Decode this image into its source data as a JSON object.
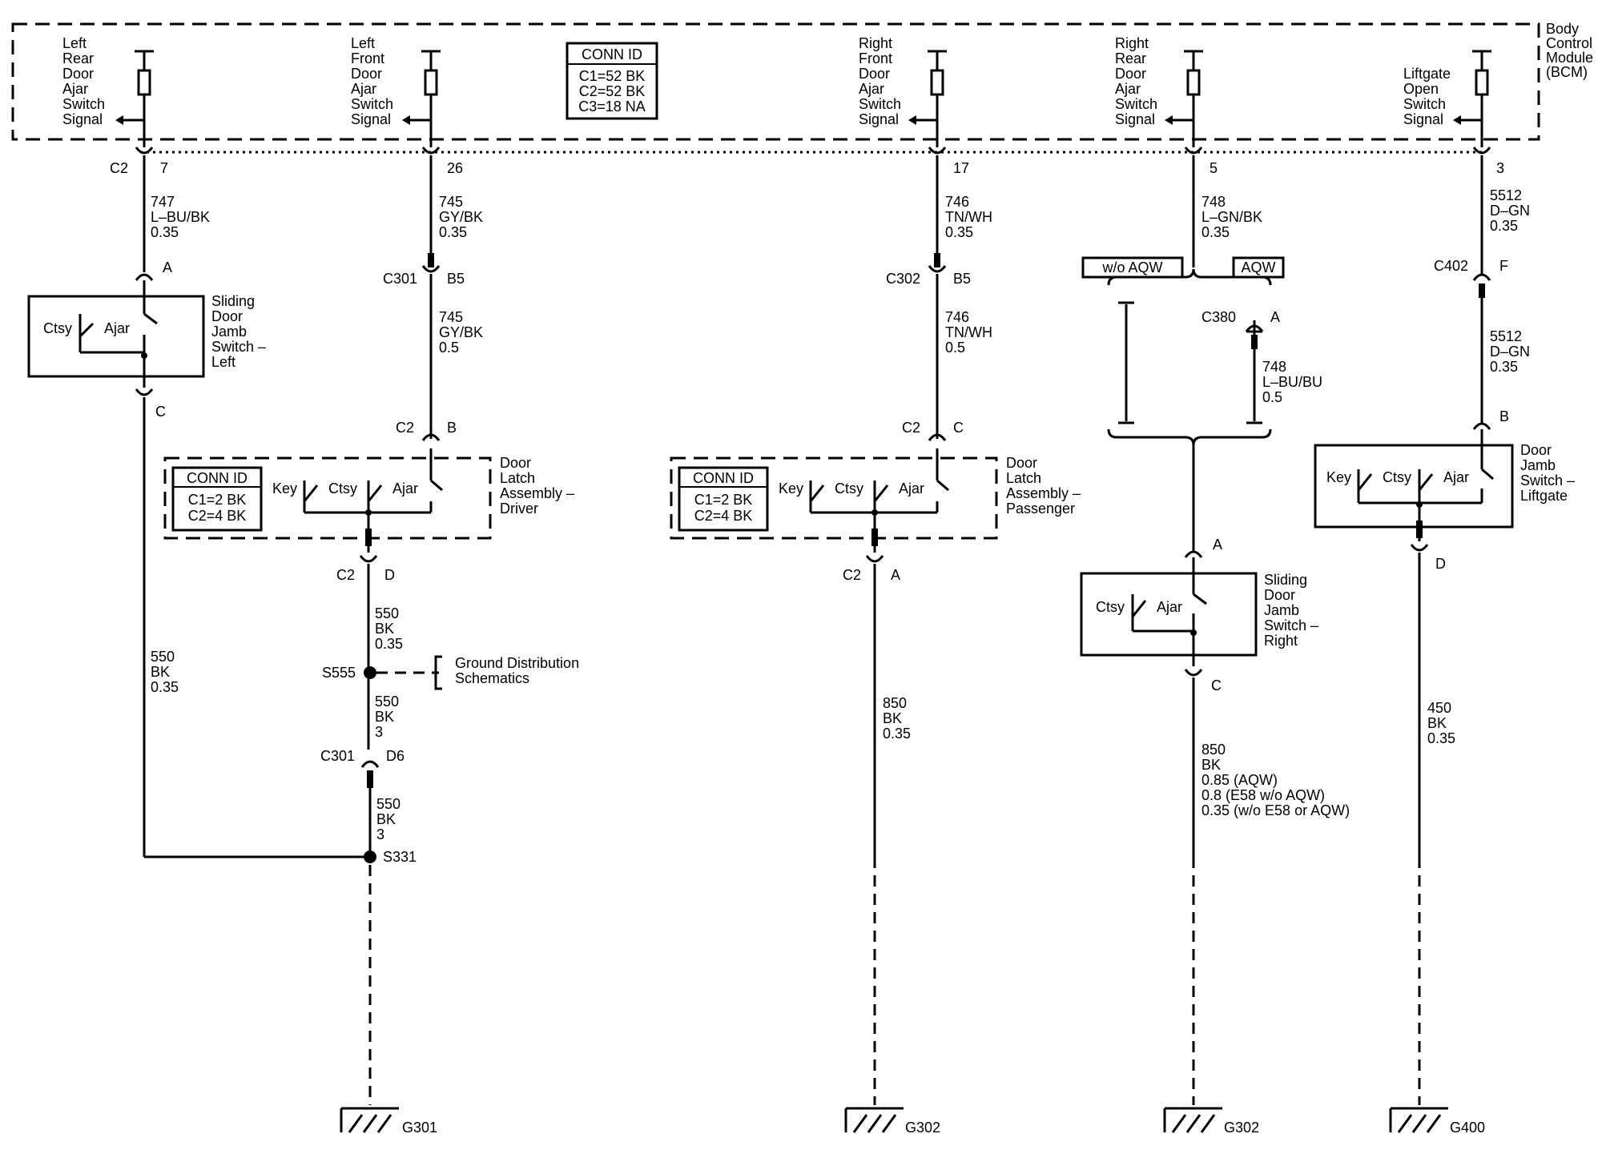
{
  "bcm": {
    "label": [
      "Body",
      "Control",
      "Module",
      "(BCM)"
    ]
  },
  "bcm_conn_id": {
    "title": "CONN ID",
    "lines": [
      "C1=52 BK",
      "C2=52 BK",
      "C3=18 NA"
    ]
  },
  "signals": [
    {
      "label": [
        "Left",
        "Rear",
        "Door",
        "Ajar",
        "Switch",
        "Signal"
      ]
    },
    {
      "label": [
        "Left",
        "Front",
        "Door",
        "Ajar",
        "Switch",
        "Signal"
      ]
    },
    {
      "label": [
        "Right",
        "Front",
        "Door",
        "Ajar",
        "Switch",
        "Signal"
      ]
    },
    {
      "label": [
        "Right",
        "Rear",
        "Door",
        "Ajar",
        "Switch",
        "Signal"
      ]
    },
    {
      "label": [
        "Liftgate",
        "Open",
        "Switch",
        "Signal"
      ]
    }
  ],
  "bcm_connector": "C2",
  "bcm_pins": [
    "7",
    "26",
    "17",
    "5",
    "3"
  ],
  "circuits": {
    "c747": [
      "747",
      "L–BU/BK",
      "0.35"
    ],
    "c745a": [
      "745",
      "GY/BK",
      "0.35"
    ],
    "c745b": [
      "745",
      "GY/BK",
      "0.5"
    ],
    "c746a": [
      "746",
      "TN/WH",
      "0.35"
    ],
    "c746b": [
      "746",
      "TN/WH",
      "0.5"
    ],
    "c748a": [
      "748",
      "L–GN/BK",
      "0.35"
    ],
    "c748b": [
      "748",
      "L–BU/BU",
      "0.5"
    ],
    "c5512a": [
      "5512",
      "D–GN",
      "0.35"
    ],
    "c5512b": [
      "5512",
      "D–GN",
      "0.35"
    ],
    "c550l": [
      "550",
      "BK",
      "0.35"
    ],
    "c550a": [
      "550",
      "BK",
      "0.35"
    ],
    "c550b": [
      "550",
      "BK",
      "3"
    ],
    "c550c": [
      "550",
      "BK",
      "3"
    ],
    "c850p": [
      "850",
      "BK",
      "0.35"
    ],
    "c850r": [
      "850",
      "BK",
      "0.85 (AQW)",
      "0.8 (E58 w/o AQW)",
      "0.35 (w/o E58 or AQW)"
    ],
    "c450": [
      "450",
      "BK",
      "0.35"
    ]
  },
  "connectors": {
    "c301": "C301",
    "c302": "C302",
    "c380": "C380",
    "c402": "C402",
    "c2": "C2",
    "pA": "A",
    "pB": "B",
    "pB5": "B5",
    "pC": "C",
    "pD": "D",
    "pD6": "D6",
    "pF": "F"
  },
  "options": {
    "without_aqw": "w/o AQW",
    "aqw": "AQW"
  },
  "components": {
    "sliding_left": [
      "Sliding",
      "Door",
      "Jamb",
      "Switch –",
      "Left"
    ],
    "latch_driver": [
      "Door",
      "Latch",
      "Assembly –",
      "Driver"
    ],
    "latch_passenger": [
      "Door",
      "Latch",
      "Assembly –",
      "Passenger"
    ],
    "sliding_right": [
      "Sliding",
      "Door",
      "Jamb",
      "Switch –",
      "Right"
    ],
    "jamb_liftgate": [
      "Door",
      "Jamb",
      "Switch –",
      "Liftgate"
    ]
  },
  "switch_labels": {
    "ctsy": "Ctsy",
    "ajar": "Ajar",
    "key": "Key"
  },
  "latch_conn_id": {
    "title": "CONN ID",
    "lines": [
      "C1=2 BK",
      "C2=4 BK"
    ]
  },
  "splices": {
    "s555": "S555",
    "s331": "S331"
  },
  "ground_dist": [
    "Ground Distribution",
    "Schematics"
  ],
  "grounds": [
    "G301",
    "G302",
    "G302",
    "G400"
  ]
}
